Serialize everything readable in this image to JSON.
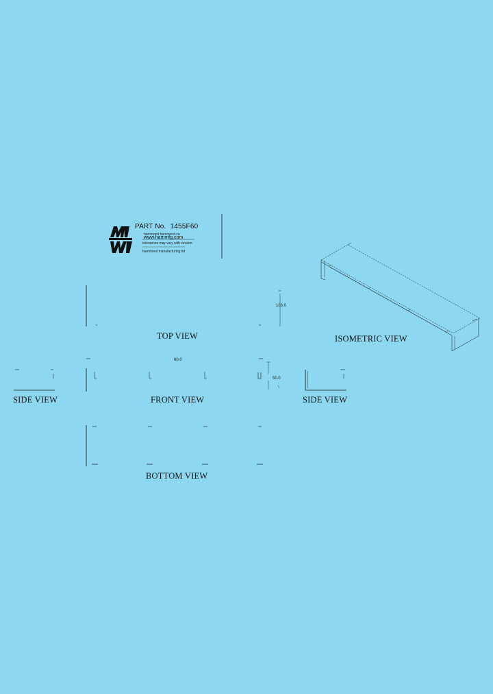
{
  "title_block": {
    "part_label": "PART No.",
    "part_number": "1455F60",
    "line1": "hammond hammond.ca",
    "website": "www.hammfg.com",
    "line3": "tolerances may vary with version",
    "line4": "hammond manufacturing ltd"
  },
  "views": {
    "top": "TOP VIEW",
    "front": "FRONT VIEW",
    "bottom": "BOTTOM VIEW",
    "side_left": "SIDE VIEW",
    "side_right": "SIDE VIEW",
    "isometric": "ISOMETRIC VIEW"
  },
  "dimensions": {
    "length": "60.0",
    "width": "103.0",
    "height": "50.0"
  },
  "colors": {
    "background": "#8dd8f0",
    "line": "#111111"
  },
  "icons": {
    "logo": "hammond-hm-logo"
  }
}
